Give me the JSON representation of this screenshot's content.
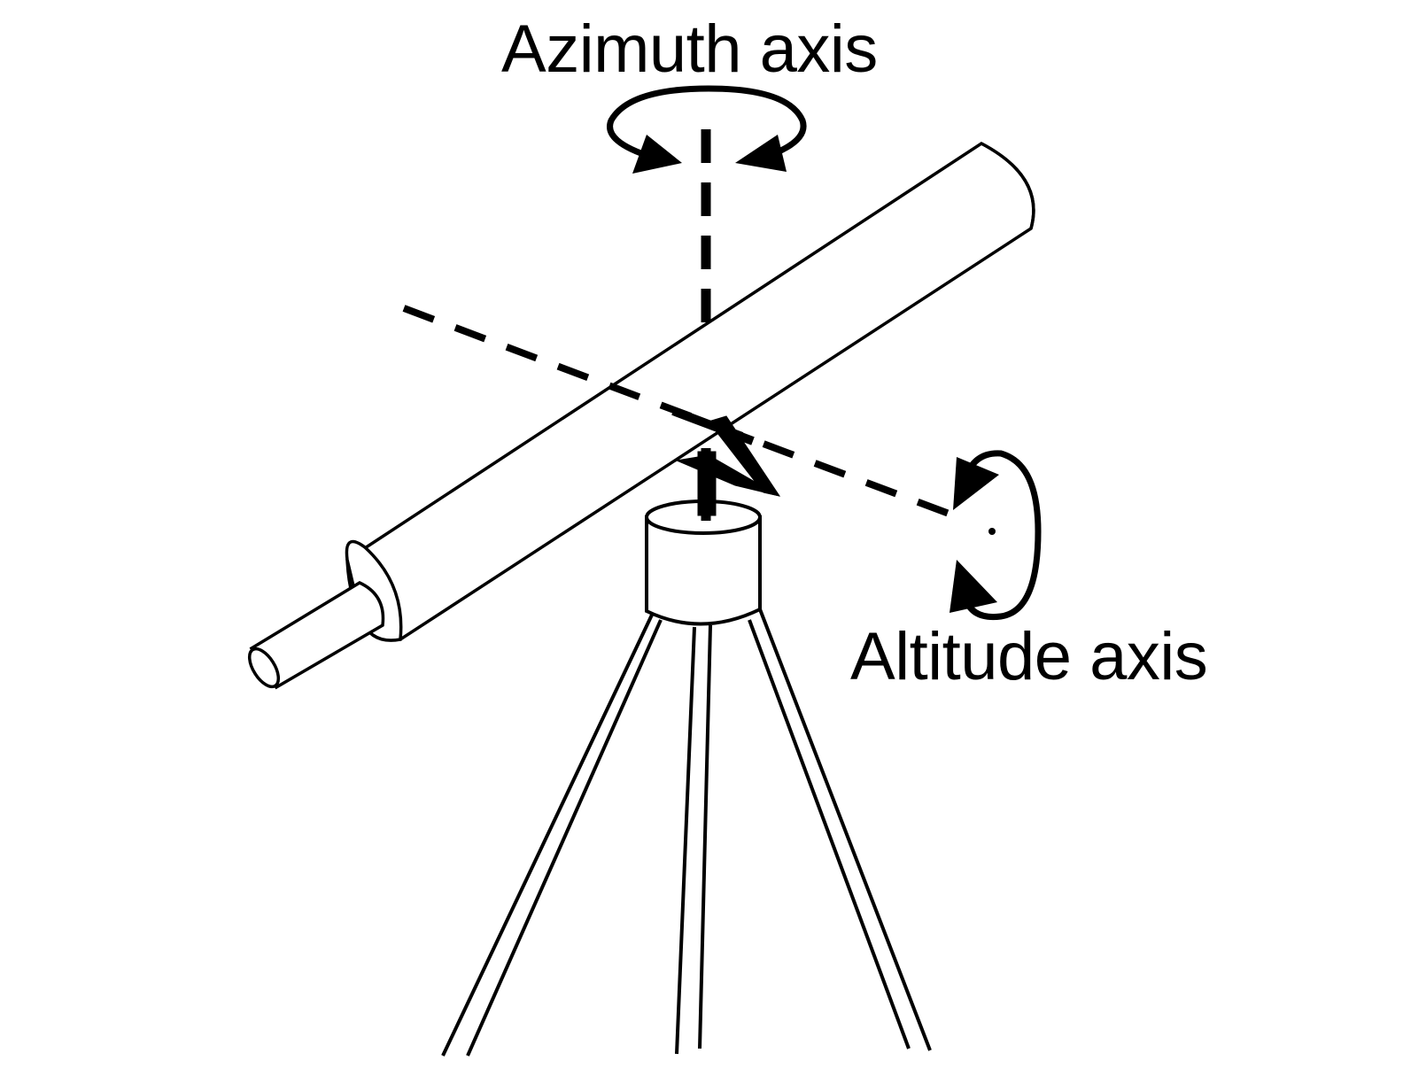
{
  "diagram": {
    "subject": "Alt-azimuth telescope mount",
    "labels": {
      "azimuth": "Azimuth axis",
      "altitude": "Altitude axis"
    },
    "components": [
      "telescope-tube",
      "eyepiece",
      "mount-head",
      "tripod-legs",
      "azimuth-axis",
      "altitude-axis",
      "azimuth-rotation-arrow",
      "altitude-rotation-arrow"
    ],
    "colors": {
      "stroke": "#000000",
      "background": "#ffffff"
    }
  }
}
